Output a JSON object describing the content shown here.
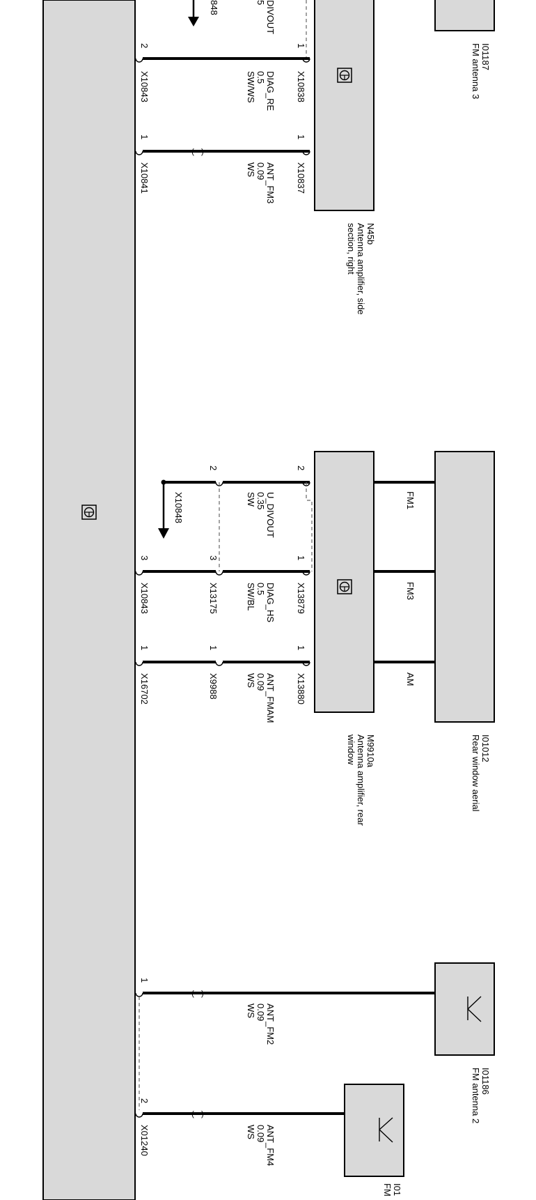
{
  "diagram": {
    "bus_module": {
      "label": ""
    },
    "components": {
      "fm_antenna_3": {
        "id": "I01187",
        "name": "FM antenna 3"
      },
      "amp_side_right": {
        "id": "N45b",
        "name_line1": "Antenna amplifier, side",
        "name_line2": "section, right"
      },
      "rear_window_aerial": {
        "id": "I01012",
        "name": "Rear window aerial"
      },
      "amp_rear_window": {
        "id": "M9910a",
        "name_line1": "Antenna amplifier, rear",
        "name_line2": "window"
      },
      "fm_antenna_2": {
        "id": "I01186",
        "name": "FM antenna 2"
      },
      "fm_antenna_4": {
        "id": "I01",
        "name": "FM"
      }
    },
    "aerial_outputs": [
      "FM1",
      "FM3",
      "AM"
    ],
    "wires": [
      {
        "key": "w1",
        "top_pin": "1",
        "top_conn": "X10838",
        "bot_pin": "2",
        "bot_conn": "X10843",
        "signal": "DIAG_RE",
        "size": "0.5",
        "color": "SW/WS"
      },
      {
        "key": "w2",
        "top_pin": "1",
        "top_conn": "X10837",
        "bot_pin": "1",
        "bot_conn": "X10841",
        "signal": "ANT_FM3",
        "size": "0.09",
        "color": "WS"
      },
      {
        "key": "w3",
        "top_pin": "2",
        "bot_pin": "2",
        "signal": "U_DIVOUT",
        "size": "0.35",
        "color": "SW",
        "cont": "X10848"
      },
      {
        "key": "w4",
        "top_pin": "1",
        "top_conn": "X13879",
        "mid_pin": "3",
        "mid_conn": "X13175",
        "bot_pin": "3",
        "bot_conn": "X10843",
        "signal": "DIAG_HS",
        "size": "0.5",
        "color": "SW/BL"
      },
      {
        "key": "w5",
        "top_pin": "1",
        "top_conn": "X13880",
        "mid_pin": "1",
        "mid_conn": "X9988",
        "bot_pin": "1",
        "bot_conn": "X16702",
        "signal": "ANT_FMAM",
        "size": "0.09",
        "color": "WS"
      },
      {
        "key": "w6",
        "bot_pin": "1",
        "signal": "ANT_FM2",
        "size": "0.09",
        "color": "WS"
      },
      {
        "key": "w7",
        "bot_pin": "2",
        "bot_conn": "X01240",
        "signal": "ANT_FM4",
        "size": "0.09",
        "color": "WS"
      }
    ],
    "partial_top": {
      "signal": "DIVOUT",
      "size": "5",
      "cont": "848"
    }
  }
}
